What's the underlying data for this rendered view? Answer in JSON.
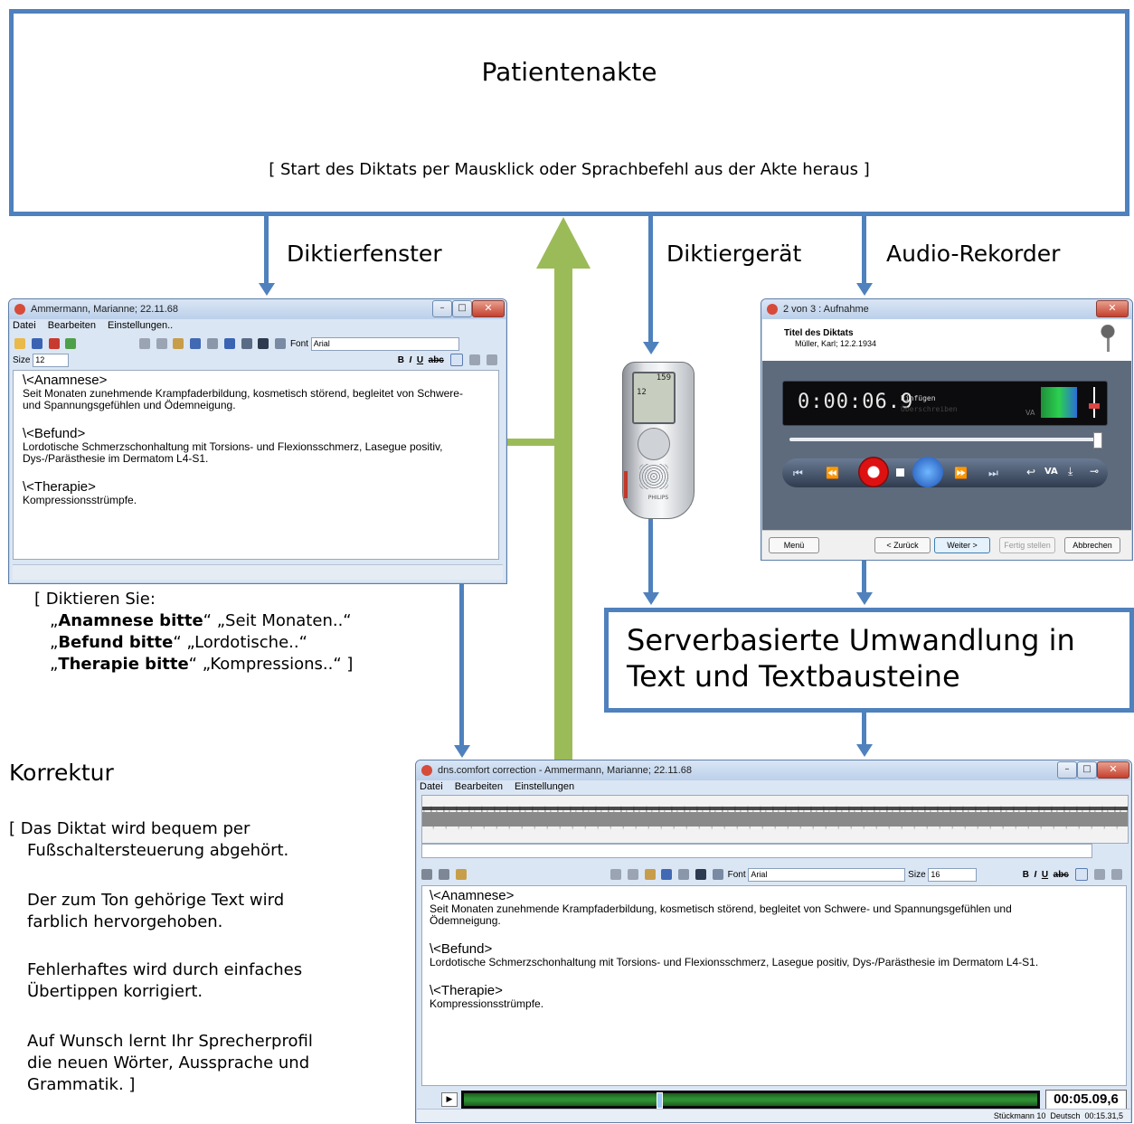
{
  "top_box": {
    "title": "Patientenakte",
    "subtitle": "[ Start des Diktats per Mausklick oder Sprachbefehl aus der Akte heraus ]"
  },
  "labels": {
    "diktierfenster": "Diktierfenster",
    "diktiergeraet": "Diktiergerät",
    "audio_rekorder": "Audio-Rekorder"
  },
  "dictation_window": {
    "title": "Ammermann, Marianne; 22.11.68",
    "menu": [
      "Datei",
      "Bearbeiten",
      "Einstellungen.."
    ],
    "font_label": "Font",
    "font_value": "Arial",
    "size_label": "Size",
    "size_value": "12",
    "sections": [
      {
        "heading": "\\<Anamnese>",
        "text": "Seit Monaten zunehmende Krampfaderbildung, kosmetisch störend, begleitet von Schwere- und Spannungsgefühlen und Ödemneigung."
      },
      {
        "heading": "\\<Befund>",
        "text": "Lordotische Schmerzschonhaltung mit Torsions- und Flexionsschmerz, Lasegue positiv, Dys-/Parästhesie im Dermatom L4-S1."
      },
      {
        "heading": "\\<Therapie>",
        "text": "Kompressionsstrümpfe."
      }
    ]
  },
  "device": {
    "brand": "PHILIPS",
    "screen_line1": "159",
    "screen_line2": "12"
  },
  "recorder": {
    "title": "2 von 3 : Aufnahme",
    "doc_title": "Titel des Diktats",
    "doc_sub": "Müller, Karl; 12.2.1934",
    "time": "0:00:06.9",
    "mode_insert": "Einfügen",
    "mode_overwrite": "Überschreiben",
    "va": "VA",
    "btn_menu": "Menü",
    "btn_back": "< Zurück",
    "btn_next": "Weiter >",
    "btn_finish": "Fertig stellen",
    "btn_cancel": "Abbrechen"
  },
  "server_box": {
    "line1": "Serverbasierte Umwandlung in",
    "line2": "Text und Textbausteine"
  },
  "instructions": {
    "line1": "[ Diktieren Sie:",
    "cmd1": "Anamnese bitte",
    "rest1": "“ „Seit Monaten..“",
    "cmd2": "Befund bitte",
    "rest2": "“ „Lordotische..“",
    "cmd3": "Therapie bitte",
    "rest3": "“ „Kompressions..“ ]",
    "open_quote": "„"
  },
  "korrektur": {
    "title": "Korrektur",
    "p1a": "[ Das Diktat wird bequem per",
    "p1b": "Fußschaltersteuerung abgehört.",
    "p2a": "Der zum Ton gehörige Text wird",
    "p2b": "farblich hervorgehoben.",
    "p3a": "Fehlerhaftes wird durch einfaches",
    "p3b": "Übertippen korrigiert.",
    "p4a": "Auf Wunsch lernt Ihr Sprecherprofil",
    "p4b": "die neuen Wörter, Aussprache und",
    "p4c": "Grammatik. ]"
  },
  "correction_window": {
    "title": "dns.comfort correction - Ammermann, Marianne; 22.11.68",
    "menu": [
      "Datei",
      "Bearbeiten",
      "Einstellungen"
    ],
    "font_label": "Font",
    "font_value": "Arial",
    "size_label": "Size",
    "size_value": "16",
    "sections": [
      {
        "heading": "\\<Anamnese>",
        "text": "Seit Monaten zunehmende Krampfaderbildung, kosmetisch störend, begleitet von Schwere- und Spannungsgefühlen und Ödemneigung."
      },
      {
        "heading": "\\<Befund>",
        "text": "Lordotische Schmerzschonhaltung mit Torsions- und Flexionsschmerz, Lasegue positiv, Dys-/Parästhesie im Dermatom L4-S1."
      },
      {
        "heading": "\\<Therapie>",
        "text": "Kompressionsstrümpfe."
      }
    ],
    "time": "00:05.09,6",
    "status_user": "Stückmann 10",
    "status_lang": "Deutsch",
    "status_time": "00:15.31,5"
  }
}
